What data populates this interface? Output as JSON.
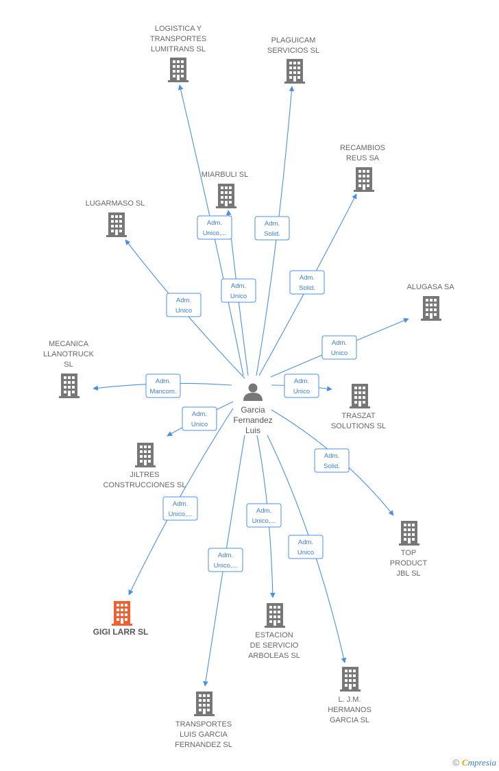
{
  "center": {
    "name_lines": [
      "Garcia",
      "Fernandez",
      "Luis"
    ],
    "icon": "person-icon"
  },
  "colors": {
    "edge": "#4a90e2",
    "building": "#777777",
    "focus_building": "#f06030"
  },
  "nodes": [
    {
      "id": "logistica",
      "lines": [
        "LOGISTICA Y",
        "TRANSPORTES",
        "LUMITRANS  SL"
      ],
      "role": [
        "Adm.",
        "Unico,..."
      ],
      "focus": false
    },
    {
      "id": "plaguicam",
      "lines": [
        "PLAGUICAM",
        "SERVICIOS SL"
      ],
      "role": [
        "Adm.",
        "Solid."
      ],
      "focus": false
    },
    {
      "id": "recambios",
      "lines": [
        "RECAMBIOS",
        "REUS SA"
      ],
      "role": [
        "Adm.",
        "Solid."
      ],
      "focus": false
    },
    {
      "id": "miarbuli",
      "lines": [
        "MIARBULI  SL"
      ],
      "role": [
        "Adm.",
        "Unico"
      ],
      "focus": false
    },
    {
      "id": "lugarmaso",
      "lines": [
        "LUGARMASO SL"
      ],
      "role": [
        "Adm.",
        "Unico"
      ],
      "focus": false
    },
    {
      "id": "alugasa",
      "lines": [
        "ALUGASA SA"
      ],
      "role": [
        "Adm.",
        "Unico"
      ],
      "focus": false
    },
    {
      "id": "mecanica",
      "lines": [
        "MECANICA",
        "LLANOTRUCK",
        "SL"
      ],
      "role": [
        "Adm.",
        "Mancom."
      ],
      "focus": false
    },
    {
      "id": "traszat",
      "lines": [
        "TRASZAT",
        "SOLUTIONS  SL"
      ],
      "role": [
        "Adm.",
        "Unico"
      ],
      "focus": false
    },
    {
      "id": "jiltres",
      "lines": [
        "JILTRES",
        "CONSTRUCCIONES SL"
      ],
      "role": [
        "Adm.",
        "Unico"
      ],
      "focus": false
    },
    {
      "id": "top",
      "lines": [
        "TOP",
        "PRODUCT",
        "JBL SL"
      ],
      "role": [
        "Adm.",
        "Solid."
      ],
      "focus": false
    },
    {
      "id": "gigi",
      "lines": [
        "GIGI LARR  SL"
      ],
      "role": [
        "Adm.",
        "Unico,..."
      ],
      "focus": true
    },
    {
      "id": "estacion",
      "lines": [
        "ESTACION",
        "DE SERVICIO",
        "ARBOLEAS  SL"
      ],
      "role": [
        "Adm.",
        "Unico,..."
      ],
      "focus": false
    },
    {
      "id": "ljm",
      "lines": [
        "L. J.M.",
        "HERMANOS",
        "GARCIA  SL"
      ],
      "role": [
        "Adm.",
        "Unico"
      ],
      "focus": false
    },
    {
      "id": "transportes",
      "lines": [
        "TRANSPORTES",
        "LUIS GARCIA",
        "FERNANDEZ SL"
      ],
      "role": [
        "Adm.",
        "Unico,..."
      ],
      "focus": false
    }
  ],
  "footer": {
    "copyright": "©",
    "brand_first": "C",
    "brand_rest": "mpresia"
  }
}
